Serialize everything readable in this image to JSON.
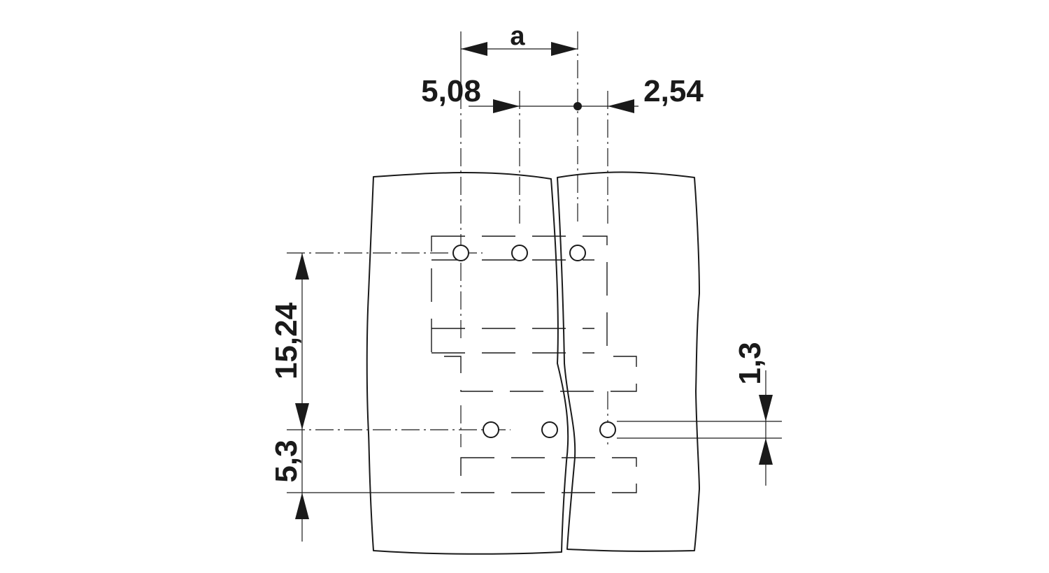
{
  "dimensions": {
    "pitch_label": "a",
    "pitch_left": "5,08",
    "pitch_right": "2,54",
    "row_spacing": "15,24",
    "edge_offset": "5,3",
    "hole_diameter": "1,3"
  }
}
